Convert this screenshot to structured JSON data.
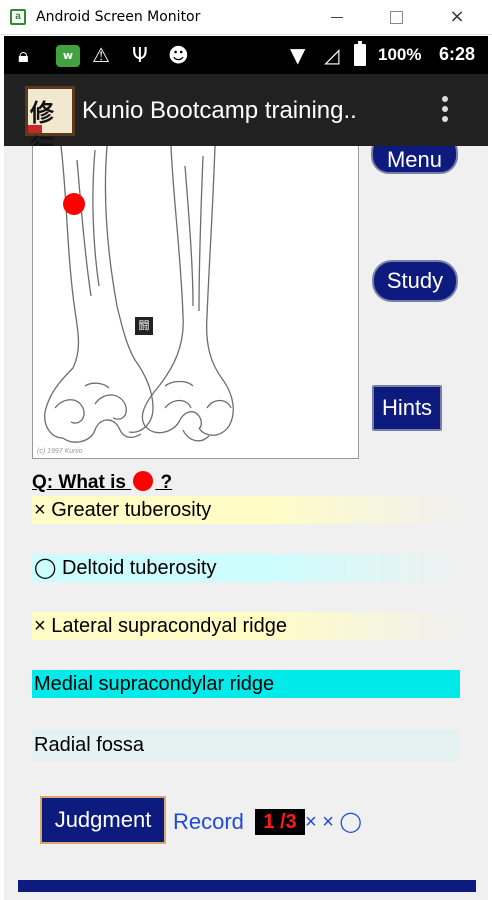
{
  "window": {
    "title": "Android Screen Monitor",
    "app_icon_letter": "a",
    "minimize": "",
    "maximize": "",
    "close": "×"
  },
  "status_bar": {
    "icons": [
      "lock-icon",
      "app-badge-icon",
      "warning-icon",
      "usb-icon",
      "android-debug-icon",
      "wifi-icon",
      "no-signal-icon",
      "battery-icon"
    ],
    "badge_text": "w",
    "battery": "100%",
    "time": "6:28"
  },
  "app_bar": {
    "logo_text": "修行",
    "title": "Kunio Bootcamp training..",
    "overflow_icon": "more-vert-icon"
  },
  "image": {
    "label_box": "闘",
    "copyright": "(c) 1997 Kunio"
  },
  "side_buttons": {
    "menu": "Menu",
    "study": "Study",
    "hints": "Hints"
  },
  "question": {
    "prefix": "Q: What is",
    "suffix": "?"
  },
  "answers": [
    {
      "text": "× Greater tuberosity",
      "color": "#fffcc6"
    },
    {
      "text": "◯ Deltoid tuberosity",
      "color": "#cdfdfd"
    },
    {
      "text": "× Lateral supracondyal ridge",
      "color": "#fffcc6"
    },
    {
      "text": "Medial supracondylar ridge",
      "color": "#00eaea"
    },
    {
      "text": "Radial fossa",
      "color": "#e4f2f2"
    }
  ],
  "footer": {
    "judgment_label": "Judgment",
    "record_label": "Record",
    "record_count": "1 /3",
    "record_marks": "× × ◯"
  },
  "colors": {
    "accent_button": "#0d1b7e",
    "marker_red": "#ff0000",
    "record_blue": "#1f4bd6"
  }
}
